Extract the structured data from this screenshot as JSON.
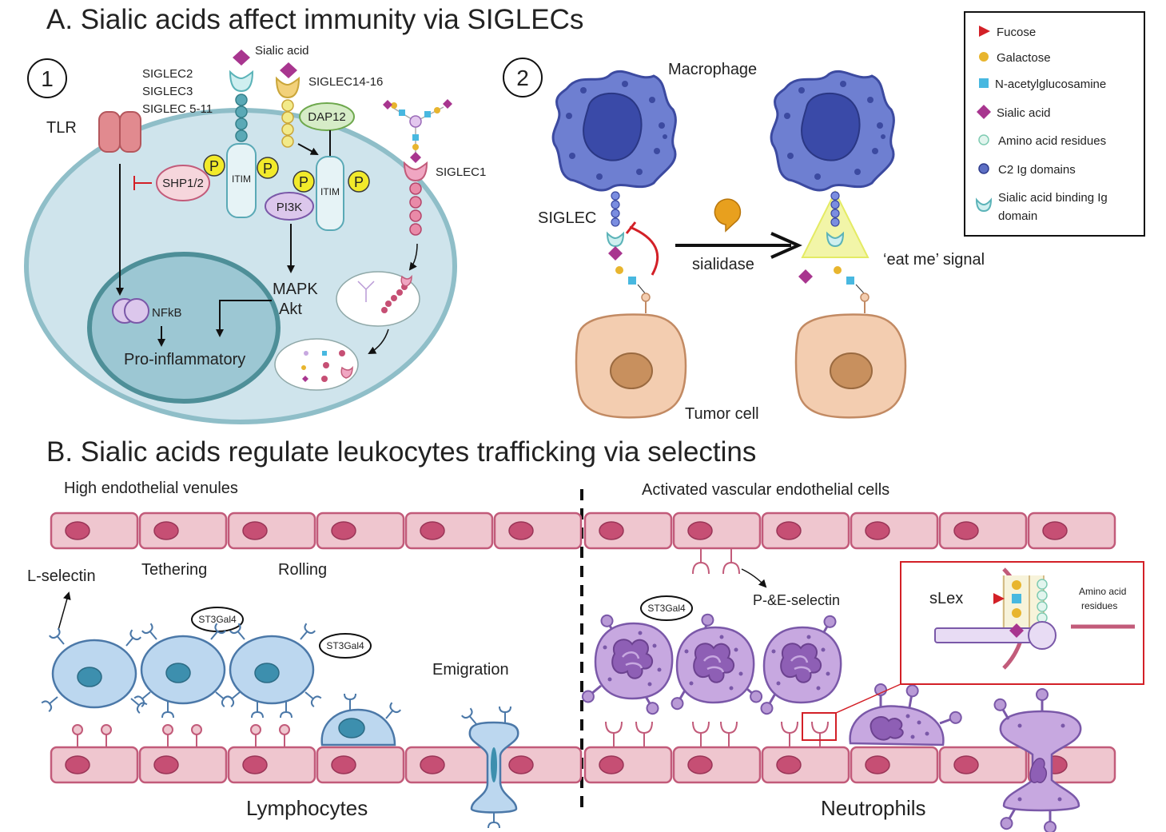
{
  "panel_a": {
    "title": "A. Sialic acids affect immunity via SIGLECs",
    "step1": "1",
    "step2": "2",
    "siglec_list": [
      "SIGLEC2",
      "SIGLEC3",
      "SIGLEC 5-11"
    ],
    "sialic_acid": "Sialic acid",
    "siglec14_16": "SIGLEC14-16",
    "dap12": "DAP12",
    "tlr": "TLR",
    "shp": "SHP1/2",
    "itim": "ITIM",
    "p": "P",
    "pi3k": "PI3K",
    "siglec1": "SIGLEC1",
    "mapk": "MAPK",
    "akt": "Akt",
    "nfkb": "NFkB",
    "pro_inflammatory": "Pro-inflammatory",
    "macrophage": "Macrophage",
    "siglec": "SIGLEC",
    "sialidase": "sialidase",
    "eat_me": "‘eat me’ signal",
    "tumor_cell": "Tumor cell"
  },
  "legend": {
    "items": [
      {
        "label": "Fucose",
        "icon": "triangle",
        "color": "#d32027"
      },
      {
        "label": "Galactose",
        "icon": "circle",
        "color": "#e8b52e"
      },
      {
        "label": "N-acetylglucosamine",
        "icon": "square",
        "color": "#48b8e0"
      },
      {
        "label": "Sialic acid",
        "icon": "diamond",
        "color": "#a8358f"
      },
      {
        "label": "Amino acid residues",
        "icon": "circle-open",
        "color": "#7fcbb2"
      },
      {
        "label": "C2 Ig domains",
        "icon": "circle",
        "color": "#5d6fc4"
      },
      {
        "label": "Sialic acid binding Ig",
        "label2": "domain",
        "icon": "pacman",
        "color": "#5bb3b8"
      }
    ]
  },
  "panel_b": {
    "title": "B. Sialic acids regulate leukocytes trafficking via selectins",
    "hev": "High endothelial venules",
    "activated": "Activated vascular endothelial cells",
    "l_selectin": "L-selectin",
    "tethering": "Tethering",
    "rolling": "Rolling",
    "st3gal4": "ST3Gal4",
    "emigration": "Emigration",
    "pe_selectin": "P-&E-selectin",
    "slex": "sLex",
    "amino_acid_1": "Amino acid",
    "amino_acid_2": "residues",
    "lymphocytes": "Lymphocytes",
    "neutrophils": "Neutrophils"
  }
}
